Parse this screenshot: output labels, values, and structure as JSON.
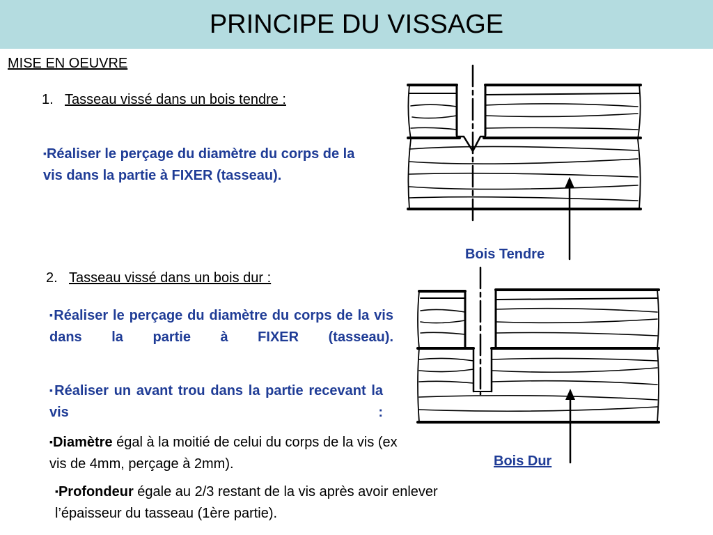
{
  "title": "PRINCIPE DU VISSAGE",
  "section_heading": "MISE EN OEUVRE",
  "bullet_glyph": "▪",
  "item1": {
    "number": "1.",
    "label": "Tasseau vissé dans un bois tendre :",
    "bullet_text": "Réaliser le perçage du diamètre du corps de la vis dans la partie à FIXER (tasseau)."
  },
  "item2": {
    "number": "2.",
    "label": "Tasseau vissé dans un bois dur :",
    "bullet1_text": "Réaliser le perçage du diamètre du corps de la vis dans la partie à FIXER (tasseau).",
    "bullet2_text": "Réaliser un avant trou dans la partie recevant la vis :",
    "bullet3_bold": "Diamètre",
    "bullet3_text": " égal à la moitié de celui du corps de la vis (ex vis de 4mm, perçage à 2mm).",
    "bullet4_bold": "Profondeur",
    "bullet4_text": " égale au 2/3 restant de la vis après avoir enlever l’épaisseur du tasseau (1ère partie)."
  },
  "diagram_soft": {
    "caption": "Bois Tendre"
  },
  "diagram_hard": {
    "caption": "Bois Dur"
  },
  "colors": {
    "title_bar": "#b4dce0",
    "accent_text": "#1f3c96"
  }
}
